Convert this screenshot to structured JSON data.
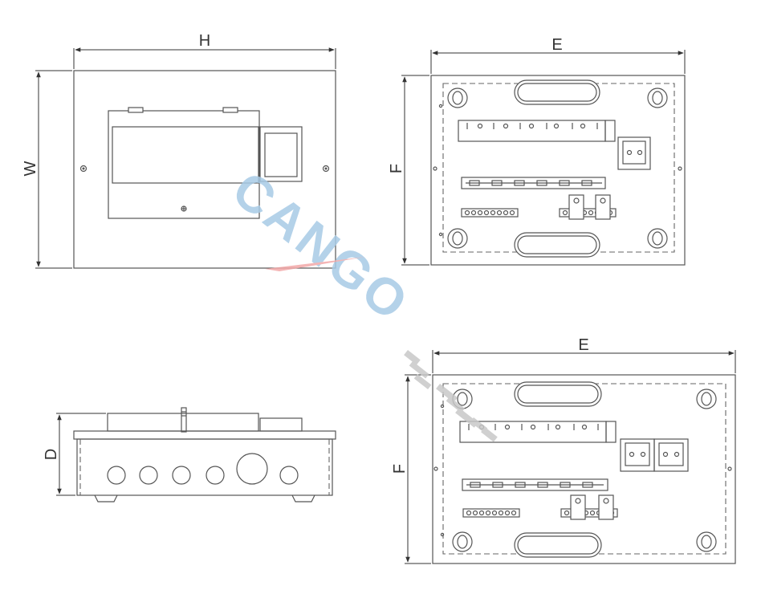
{
  "labels": {
    "front_width": "H",
    "front_height": "W",
    "plate1_width": "E",
    "plate1_height": "F",
    "side_depth": "D",
    "plate2_width": "E",
    "plate2_height": "F"
  },
  "watermark": {
    "brand": "CANGO",
    "colors": {
      "blue": "#a8cbe6",
      "red": "#f3a9a9",
      "gray": "#c8c8c8"
    }
  }
}
